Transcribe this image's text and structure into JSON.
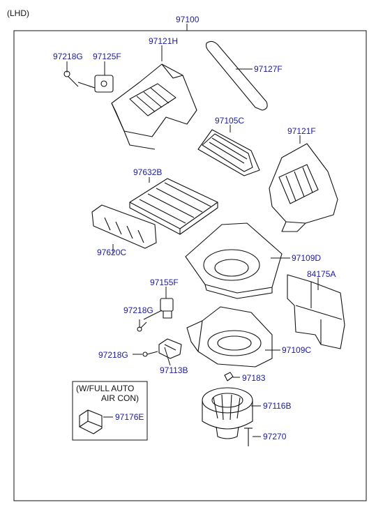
{
  "header": {
    "variant": "(LHD)",
    "assembly": "97100"
  },
  "parts": {
    "p97218G_a": "97218G",
    "p97125F": "97125F",
    "p97121H": "97121H",
    "p97127F": "97127F",
    "p97105C": "97105C",
    "p97121F": "97121F",
    "p97632B": "97632B",
    "p97620C": "97620C",
    "p97109D": "97109D",
    "p84175A": "84175A",
    "p97155F": "97155F",
    "p97218G_b": "97218G",
    "p97109C": "97109C",
    "p97218G_c": "97218G",
    "p97113B": "97113B",
    "p97183": "97183",
    "p97116B": "97116B",
    "p97270": "97270",
    "p97176E": "97176E"
  },
  "option_box": {
    "line1": "(W/FULL AUTO",
    "line2": "AIR CON)"
  },
  "colors": {
    "label": "#1a1aa0",
    "line": "#111111"
  }
}
